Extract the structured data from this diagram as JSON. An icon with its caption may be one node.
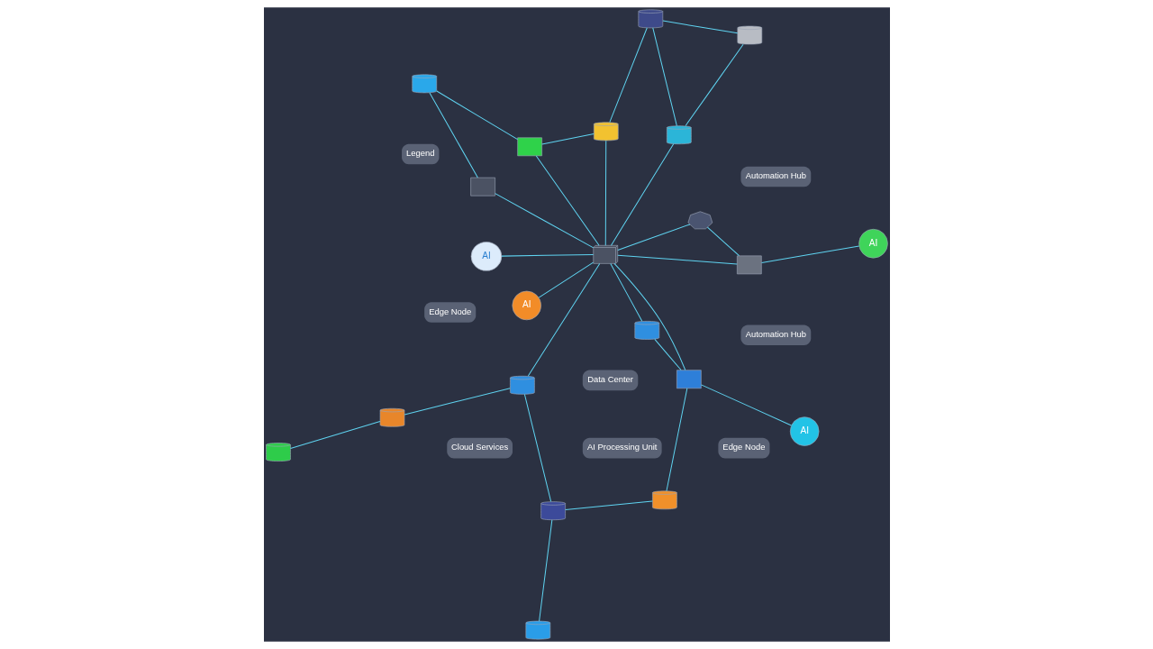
{
  "diagram": {
    "nodes": [
      {
        "text": [
          "AI"
        ]
      },
      {
        "text": [],
        "shape": "box"
      },
      {
        "text": [],
        "shape": "cylinder"
      },
      {
        "text": [
          "AI"
        ]
      },
      {
        "text": [],
        "shape": "picture"
      },
      {
        "text": [],
        "shape": "box"
      },
      {
        "text": [],
        "shape": "box"
      },
      {
        "text": [
          "AI"
        ]
      },
      {
        "text": [],
        "shape": "cylinder"
      },
      {
        "text": [],
        "shape": "cylinder"
      },
      {
        "text": [],
        "shape": "cylinder"
      },
      {
        "text": [],
        "shape": "cylinder"
      },
      {
        "text": [],
        "shape": "cylinder"
      },
      {
        "text": [],
        "shape": "cylinder"
      },
      {
        "text": [],
        "shape": "cylinder"
      },
      {
        "text": [],
        "shape": "cylinder"
      },
      {
        "text": [],
        "shape": "cylinder"
      },
      {
        "text": [
          "AI"
        ]
      },
      {
        "text": [],
        "shape": "box"
      },
      {
        "text": [],
        "shape": "cylinder"
      },
      {
        "text": [],
        "shape": "box"
      },
      {
        "text": [],
        "shape": "cylinder"
      }
    ],
    "edges": [
      {
        "from": 0,
        "to": 1,
        "arrow": "none"
      },
      {
        "from": 1,
        "to": 2,
        "arrow": "none"
      },
      {
        "from": 1,
        "to": 5,
        "arrow": "none"
      },
      {
        "from": 2,
        "to": 5,
        "arrow": "none"
      },
      {
        "from": 3,
        "to": 5,
        "arrow": "none"
      },
      {
        "from": 4,
        "to": 5,
        "arrow": "none"
      },
      {
        "from": 4,
        "to": 6,
        "arrow": "none"
      },
      {
        "from": 6,
        "to": 7,
        "arrow": "none"
      },
      {
        "from": 6,
        "to": 5,
        "arrow": "none"
      },
      {
        "from": 8,
        "to": 10,
        "arrow": "none"
      },
      {
        "from": 9,
        "to": 1,
        "arrow": "none"
      },
      {
        "from": 10,
        "to": 11,
        "arrow": "none"
      },
      {
        "from": 11,
        "to": 5,
        "arrow": "none"
      },
      {
        "from": 9,
        "to": 15,
        "arrow": "none"
      },
      {
        "from": 15,
        "to": 11,
        "arrow": "none"
      },
      {
        "from": 16,
        "to": 15,
        "arrow": "none"
      },
      {
        "from": 17,
        "to": 5,
        "arrow": "none"
      },
      {
        "from": 18,
        "to": 5,
        "arrow": "none"
      },
      {
        "from": 18,
        "to": 21,
        "arrow": "none"
      },
      {
        "from": 21,
        "to": 20,
        "arrow": "none"
      },
      {
        "from": 20,
        "to": 5,
        "arrow": "none"
      },
      {
        "from": 20,
        "to": 19,
        "arrow": "none"
      },
      {
        "from": 19,
        "to": 14,
        "arrow": "none"
      },
      {
        "from": 19,
        "to": 5,
        "arrow": "none"
      },
      {
        "from": 5,
        "to": 13,
        "arrow": "none"
      },
      {
        "from": 13,
        "to": 12,
        "arrow": "none"
      },
      {
        "from": 12,
        "to": 14,
        "arrow": "none"
      },
      {
        "from": 13,
        "to": 14,
        "arrow": "none"
      }
    ],
    "labels": [
      "Data Center",
      "AI Processing Unit",
      "Cloud Services",
      "Automation Hub",
      "Edge Node",
      "Automation Hub",
      "Edge Node",
      "Legend"
    ]
  }
}
